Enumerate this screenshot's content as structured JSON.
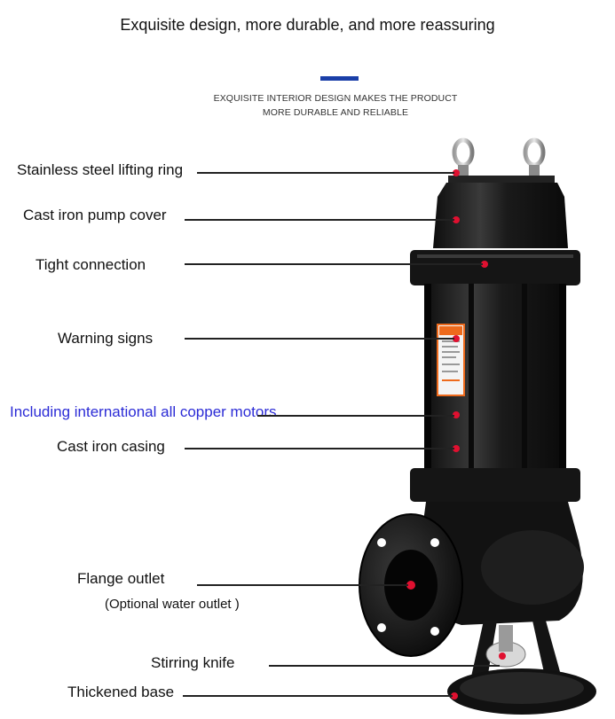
{
  "header": {
    "title": "Exquisite design, more durable, and more reassuring",
    "subtitle_line1": "EXQUISITE INTERIOR DESIGN MAKES THE PRODUCT",
    "subtitle_line2": "MORE DURABLE AND RELIABLE",
    "accent_color": "#1a3fa8"
  },
  "callouts": {
    "lifting_ring": "Stainless steel lifting ring",
    "pump_cover": "Cast iron pump cover",
    "tight_connection": "Tight connection",
    "warning_signs": "Warning signs",
    "copper_motors": "Including international all copper motors",
    "casing": "Cast iron casing",
    "flange_outlet": "Flange outlet",
    "optional_outlet": "(Optional water outlet )",
    "stirring_knife": "Stirring knife",
    "thickened_base": "Thickened base"
  },
  "colors": {
    "marker": "#e01030",
    "highlight_text": "#2b2bd6",
    "pump_body": "#1c1c1c",
    "warning_label": "#ee6a1c"
  }
}
